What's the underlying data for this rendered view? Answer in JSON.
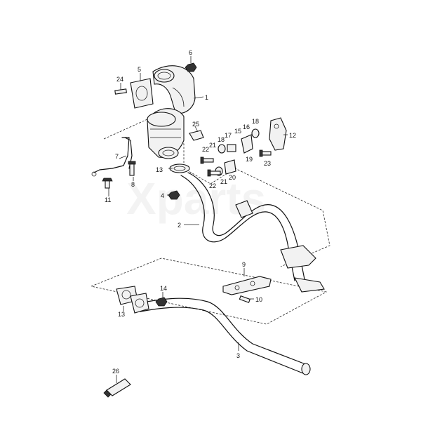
{
  "watermark": "Xparts",
  "colors": {
    "line": "#111111",
    "background": "#ffffff"
  },
  "callouts": {
    "c1": "1",
    "c2": "2",
    "c3": "3",
    "c4": "4",
    "c5": "5",
    "c6": "6",
    "c7": "7",
    "c8": "8",
    "c9": "9",
    "c10": "10",
    "c11": "11",
    "c12": "12",
    "c13a": "13",
    "c13b": "13",
    "c14": "14",
    "c15": "15",
    "c16": "16",
    "c17": "17",
    "c18a": "18",
    "c18b": "18",
    "c19": "19",
    "c20": "20",
    "c21a": "21",
    "c21b": "21",
    "c22a": "22",
    "c22b": "22",
    "c23": "23",
    "c24": "24",
    "c25": "25",
    "c26": "26"
  }
}
